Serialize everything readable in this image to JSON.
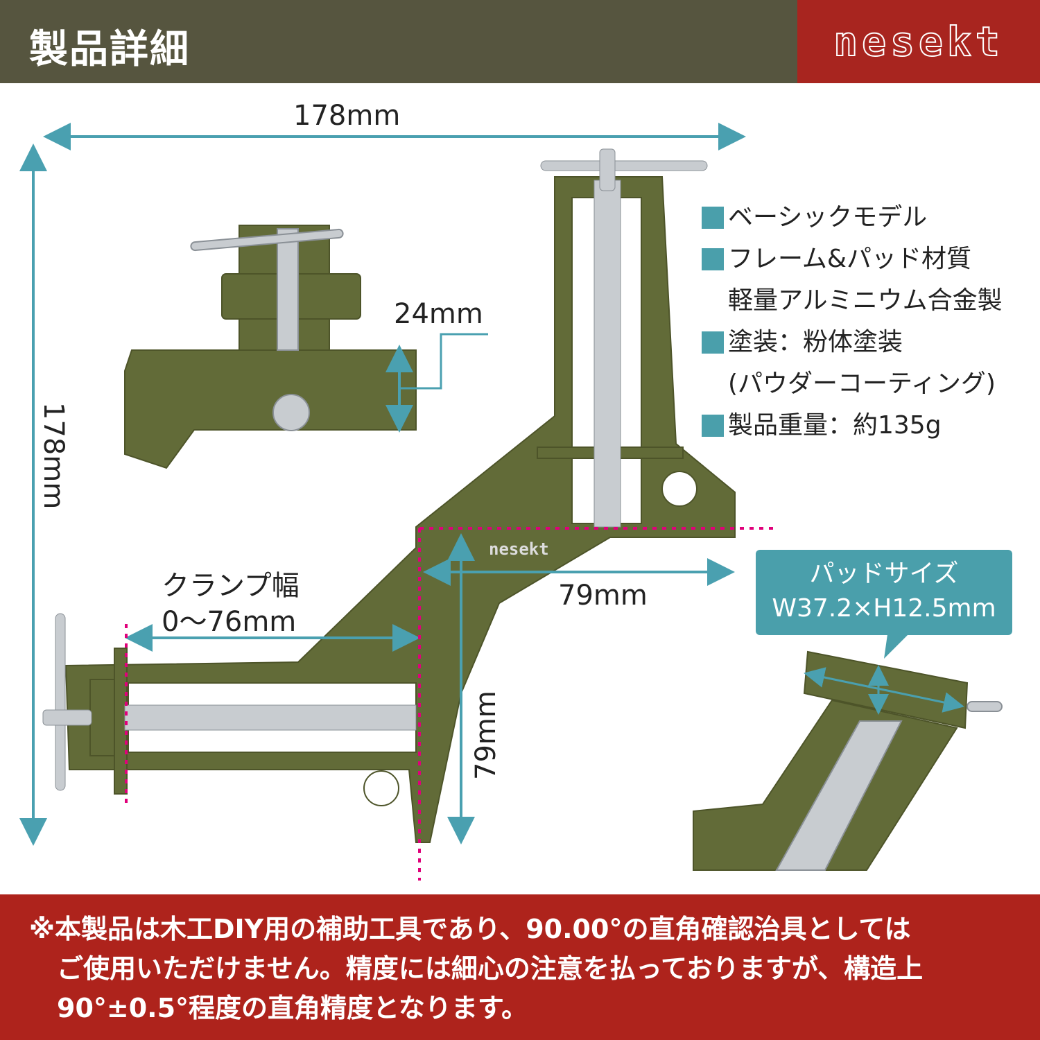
{
  "header": {
    "title": "製品詳細",
    "brand": "nesekt"
  },
  "dimensions": {
    "width": "178mm",
    "height": "178mm",
    "pad_depth": "24mm",
    "clamp_width_label": "クランプ幅",
    "clamp_width_range": "0〜76mm",
    "inner_x": "79mm",
    "inner_y": "79mm"
  },
  "engraving": "nesekt",
  "specs": [
    {
      "text": "ベーシックモデル",
      "bullet": true
    },
    {
      "text": "フレーム&パッド材質",
      "bullet": true
    },
    {
      "text": "軽量アルミニウム合金製",
      "bullet": false
    },
    {
      "text": "塗装：粉体塗装",
      "bullet": true
    },
    {
      "text": "(パウダーコーティング)",
      "bullet": false
    },
    {
      "text": "製品重量：約135g",
      "bullet": true
    }
  ],
  "callout": {
    "title": "パッドサイズ",
    "size": "W37.2×H12.5mm"
  },
  "footer": {
    "lines": [
      "※本製品は木工DIY用の補助工具であり、90.00°の直角確認治具としては",
      "ご使用いただけません。精度には細心の注意を払っておりますが、構造上",
      "90°±0.5°程度の直角精度となります。"
    ]
  },
  "colors": {
    "header": "#56553f",
    "brand": "#a8251f",
    "footer": "#ae231c",
    "accent": "#4a9fab",
    "body": "#626b38",
    "guide": "#e0007a"
  }
}
